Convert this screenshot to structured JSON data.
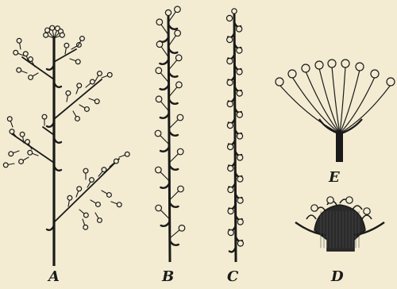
{
  "figure": {
    "panels": [
      {
        "label": "A",
        "description": "panicle"
      },
      {
        "label": "B",
        "description": "raceme"
      },
      {
        "label": "C",
        "description": "spike"
      },
      {
        "label": "D",
        "description": "head"
      },
      {
        "label": "E",
        "description": "umbel"
      }
    ],
    "colors": {
      "ink": "#1a1a1a",
      "paper": "#f3ecd2"
    }
  }
}
